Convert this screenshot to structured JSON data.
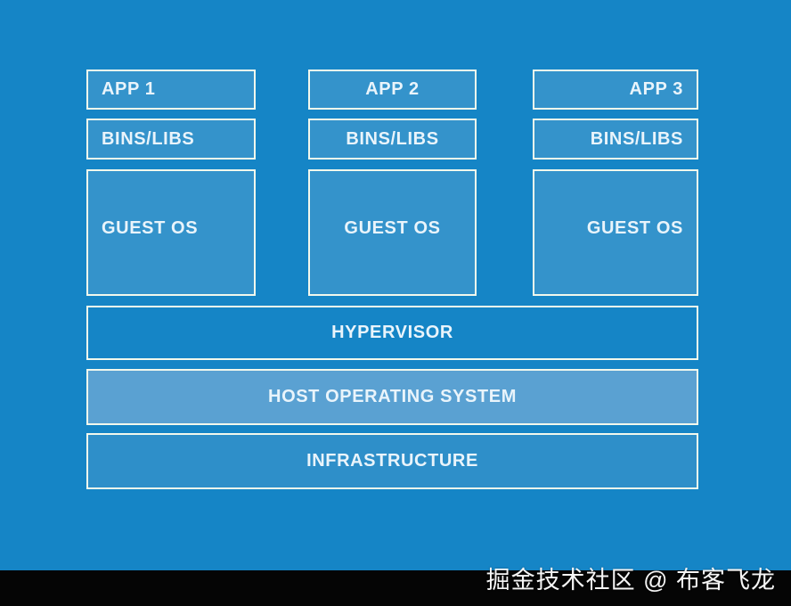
{
  "colors": {
    "background": "#1585c6",
    "small_box_fill": "#3493cb",
    "hypervisor_fill": "#1585c6",
    "host_os_fill": "#5aa1d2",
    "infrastructure_fill": "#2e8fc9",
    "border": "#f1f8ed",
    "label_text": "#e9f4fb",
    "bottom_bar": "#050505",
    "watermark_text": "#f5f5f5"
  },
  "diagram": {
    "columns": [
      {
        "app_label": "APP 1",
        "bins_label": "BINS/LIBS",
        "guest_label": "GUEST OS"
      },
      {
        "app_label": "APP 2",
        "bins_label": "BINS/LIBS",
        "guest_label": "GUEST OS"
      },
      {
        "app_label": "APP 3",
        "bins_label": "BINS/LIBS",
        "guest_label": "GUEST OS"
      }
    ],
    "layers": [
      {
        "label": "HYPERVISOR"
      },
      {
        "label": "HOST OPERATING SYSTEM"
      },
      {
        "label": "INFRASTRUCTURE"
      }
    ]
  },
  "watermark": {
    "text": "掘金技术社区 @ 布客飞龙"
  }
}
